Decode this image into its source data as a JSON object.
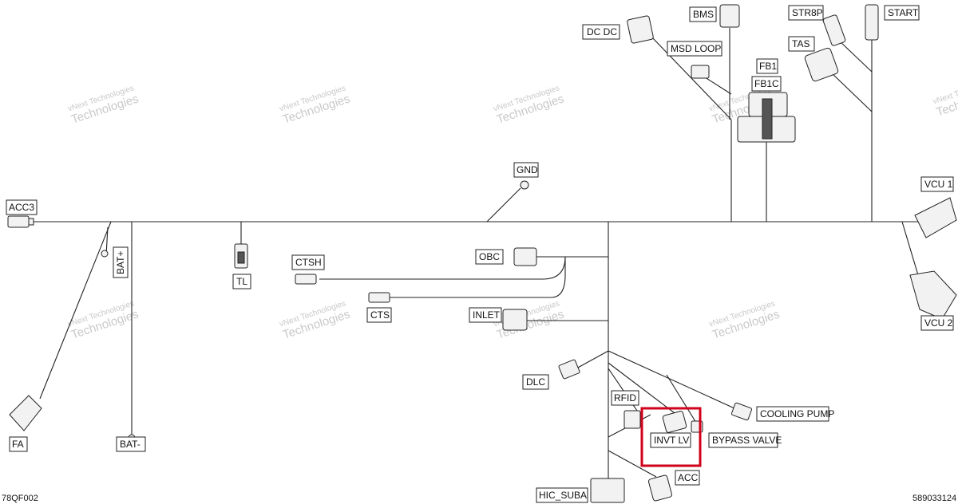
{
  "labels": {
    "dcdc": "DC DC",
    "bms": "BMS",
    "str8p": "STR8P",
    "start": "START",
    "msd_loop": "MSD LOOP",
    "tas": "TAS",
    "fb1": "FB1",
    "fb1c": "FB1C",
    "gnd": "GND",
    "acc3": "ACC3",
    "vcu1": "VCU 1",
    "bat_plus": "BAT+",
    "tl": "TL",
    "ctsh": "CTSH",
    "obc": "OBC",
    "cts": "CTS",
    "inlet": "INLET",
    "vcu2": "VCU 2",
    "dlc": "DLC",
    "rfid": "RFID",
    "cooling_pump": "COOLING PUMP",
    "invt_lv": "INVT LV",
    "bypass_valve": "BYPASS VALVE",
    "acc": "ACC",
    "fa": "FA",
    "bat_minus": "BAT-",
    "hic_suba": "HIC_SUBA"
  },
  "corner": {
    "left_code": "78QF002",
    "right_code": "589033124"
  },
  "watermark": {
    "line1": "vNext Technologies",
    "line2": "Technologies"
  },
  "highlight_color": "#d0021b"
}
